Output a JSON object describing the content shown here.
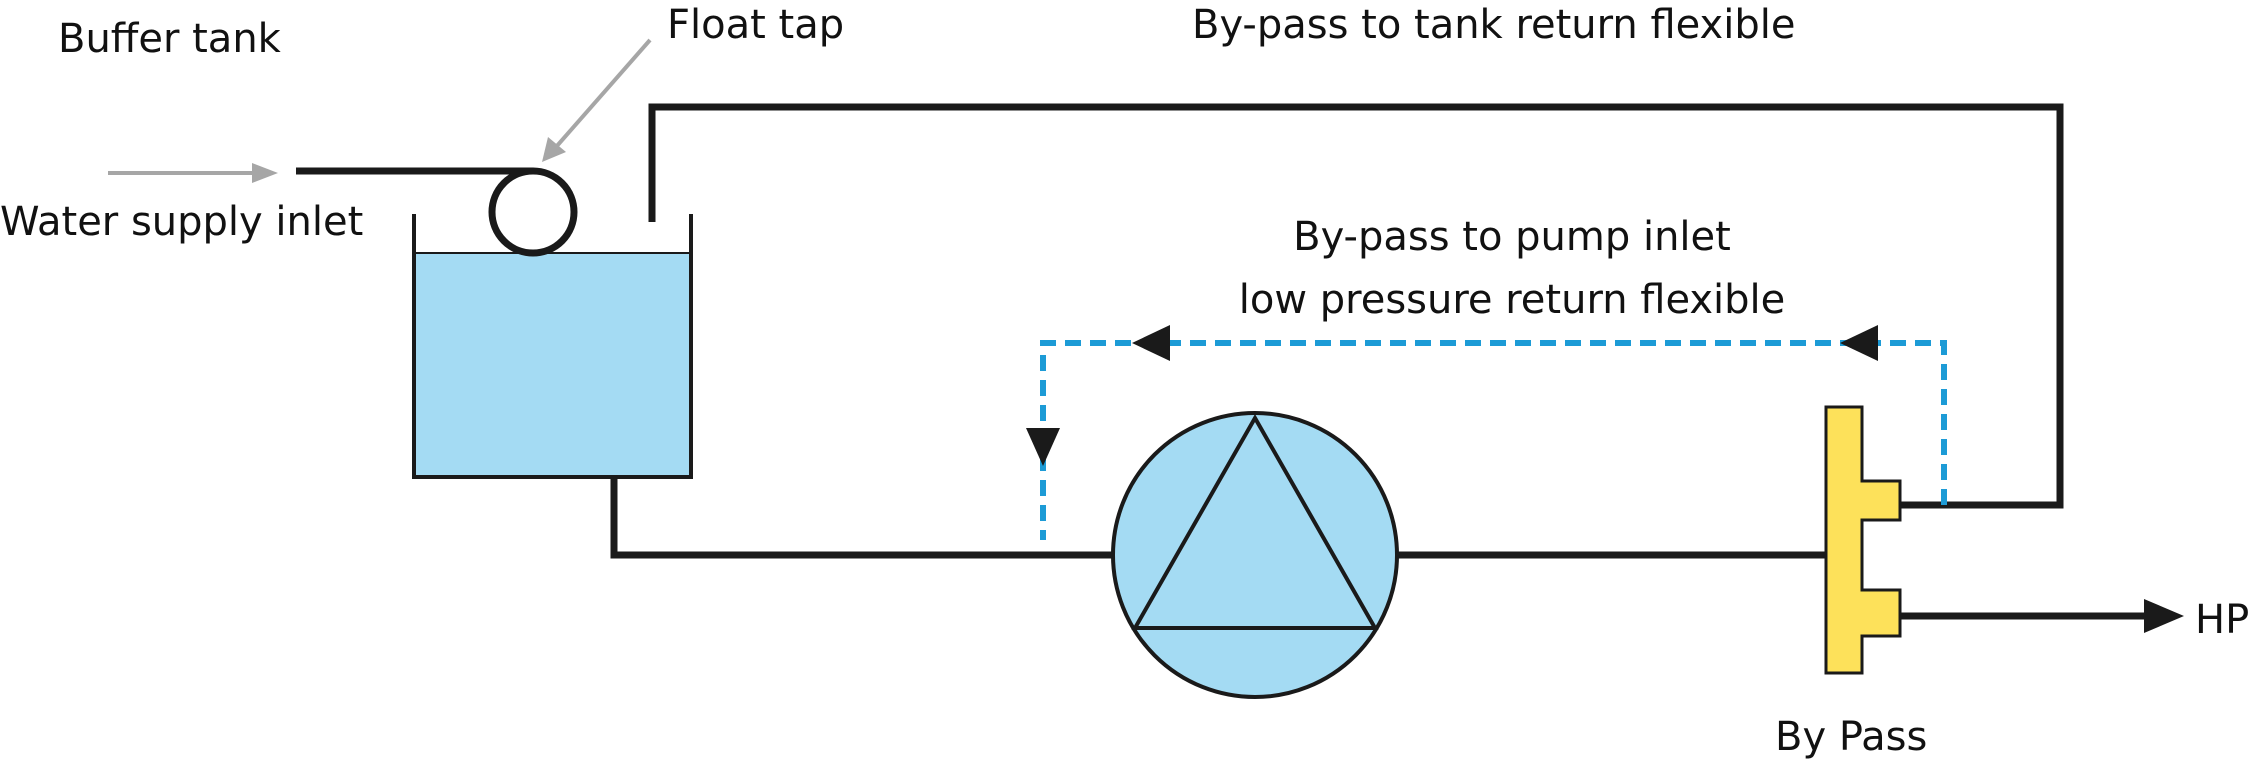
{
  "labels": {
    "buffer_tank": "Buffer tank",
    "float_tap": "Float tap",
    "water_supply_inlet": "Water supply inlet",
    "bypass_tank_return": "By-pass to tank return flexible",
    "bypass_pump_inlet_line1": "By-pass to pump inlet",
    "bypass_pump_inlet_line2": "low pressure return flexible",
    "hp": "HP",
    "by_pass": "By Pass"
  },
  "colors": {
    "pipe": "#1a1a1a",
    "water": "#a4dbf3",
    "dashed_return": "#1d9bd6",
    "bypass_valve": "#fde15a",
    "pointer_arrow": "#a6a6a6"
  },
  "icons": {
    "pump": "pump-triangle-symbol",
    "float_tap": "float-ball",
    "bypass": "bypass-valve-tee"
  }
}
